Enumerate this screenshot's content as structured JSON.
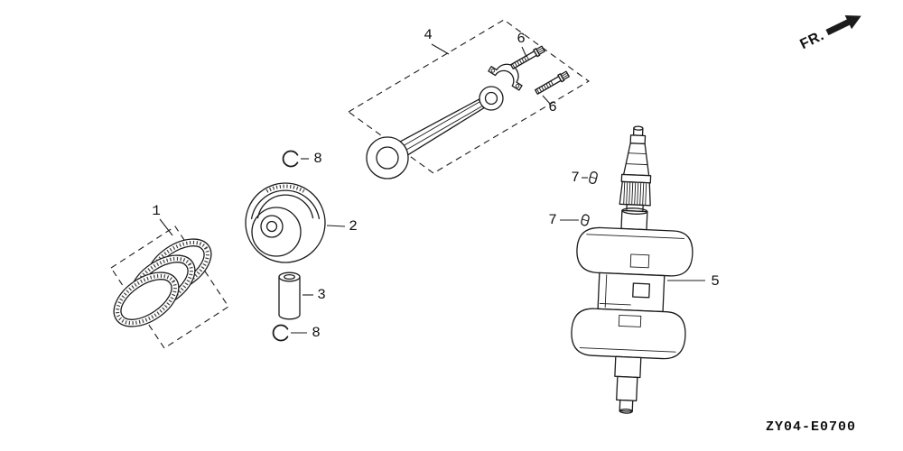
{
  "page": {
    "background_color": "#ffffff",
    "line_color": "#1b1b1b"
  },
  "header": {
    "direction_label": "FR."
  },
  "footer": {
    "diagram_code": "ZY04-E0700"
  },
  "part_labels": {
    "n1": "1",
    "n2": "2",
    "n3": "3",
    "n4": "4",
    "n5": "5",
    "n6": "6",
    "n7": "7",
    "n8": "8"
  }
}
